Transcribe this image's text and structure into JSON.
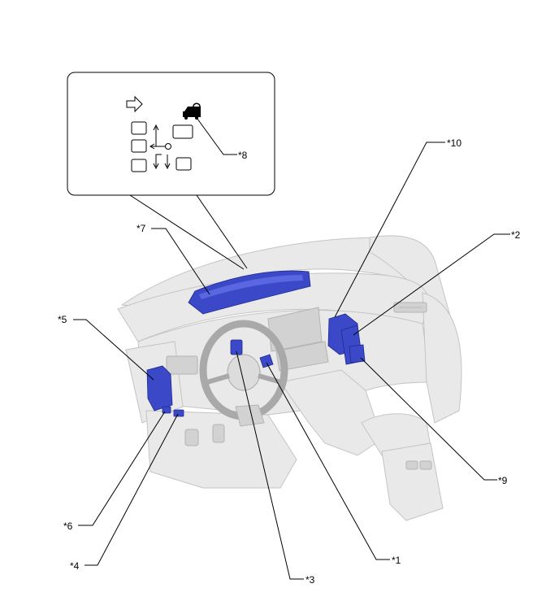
{
  "callouts": {
    "c1": "*1",
    "c2": "*2",
    "c3": "*3",
    "c4": "*4",
    "c5": "*5",
    "c6": "*6",
    "c7": "*7",
    "c8": "*8",
    "c9": "*9",
    "c10": "*10"
  },
  "icons": {
    "arrow": "outline-right-arrow-icon",
    "lock": "vehicle-lock-icon",
    "mirror_switch": "mirror-selector-arrows-icon"
  },
  "colors": {
    "highlight": "#3b49c9",
    "line": "#000000",
    "vehicle": "#e9e9e9"
  }
}
